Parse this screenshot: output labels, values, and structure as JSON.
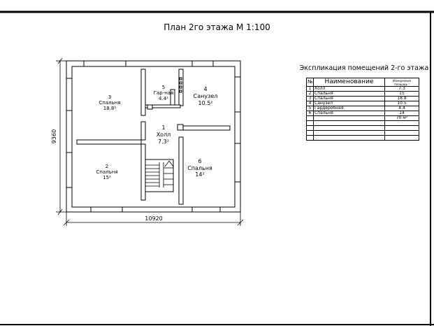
{
  "title": "План 2го этажа  М 1:100",
  "plan": {
    "dim_width": "10920",
    "dim_height": "9360",
    "rooms": [
      {
        "no": "3",
        "name": "Спальня",
        "area": "18.8²"
      },
      {
        "no": "5",
        "name": "Гар-ная",
        "area": "4.4²"
      },
      {
        "no": "4",
        "name": "Санузел",
        "area": "10.5²"
      },
      {
        "no": "1",
        "name": "Холл",
        "area": "7.3²"
      },
      {
        "no": "2",
        "name": "Спальня",
        "area": "15²"
      },
      {
        "no": "6",
        "name": "Спальня",
        "area": "14²"
      }
    ]
  },
  "table": {
    "title": "Экспликация помещений 2-го этажа",
    "headers": {
      "no": "№",
      "name": "Наименование",
      "area": "Измеряемая площадь ²"
    },
    "rows": [
      {
        "no": "1",
        "name": "Холл",
        "area": "7.3"
      },
      {
        "no": "2",
        "name": "Спальня",
        "area": "15"
      },
      {
        "no": "3",
        "name": "Спальня",
        "area": "18.8"
      },
      {
        "no": "4",
        "name": "Санузел",
        "area": "10.5"
      },
      {
        "no": "5",
        "name": "Гардеробная",
        "area": "4.4"
      },
      {
        "no": "6",
        "name": "Спальня",
        "area": "14"
      }
    ],
    "total": "70 м²"
  }
}
